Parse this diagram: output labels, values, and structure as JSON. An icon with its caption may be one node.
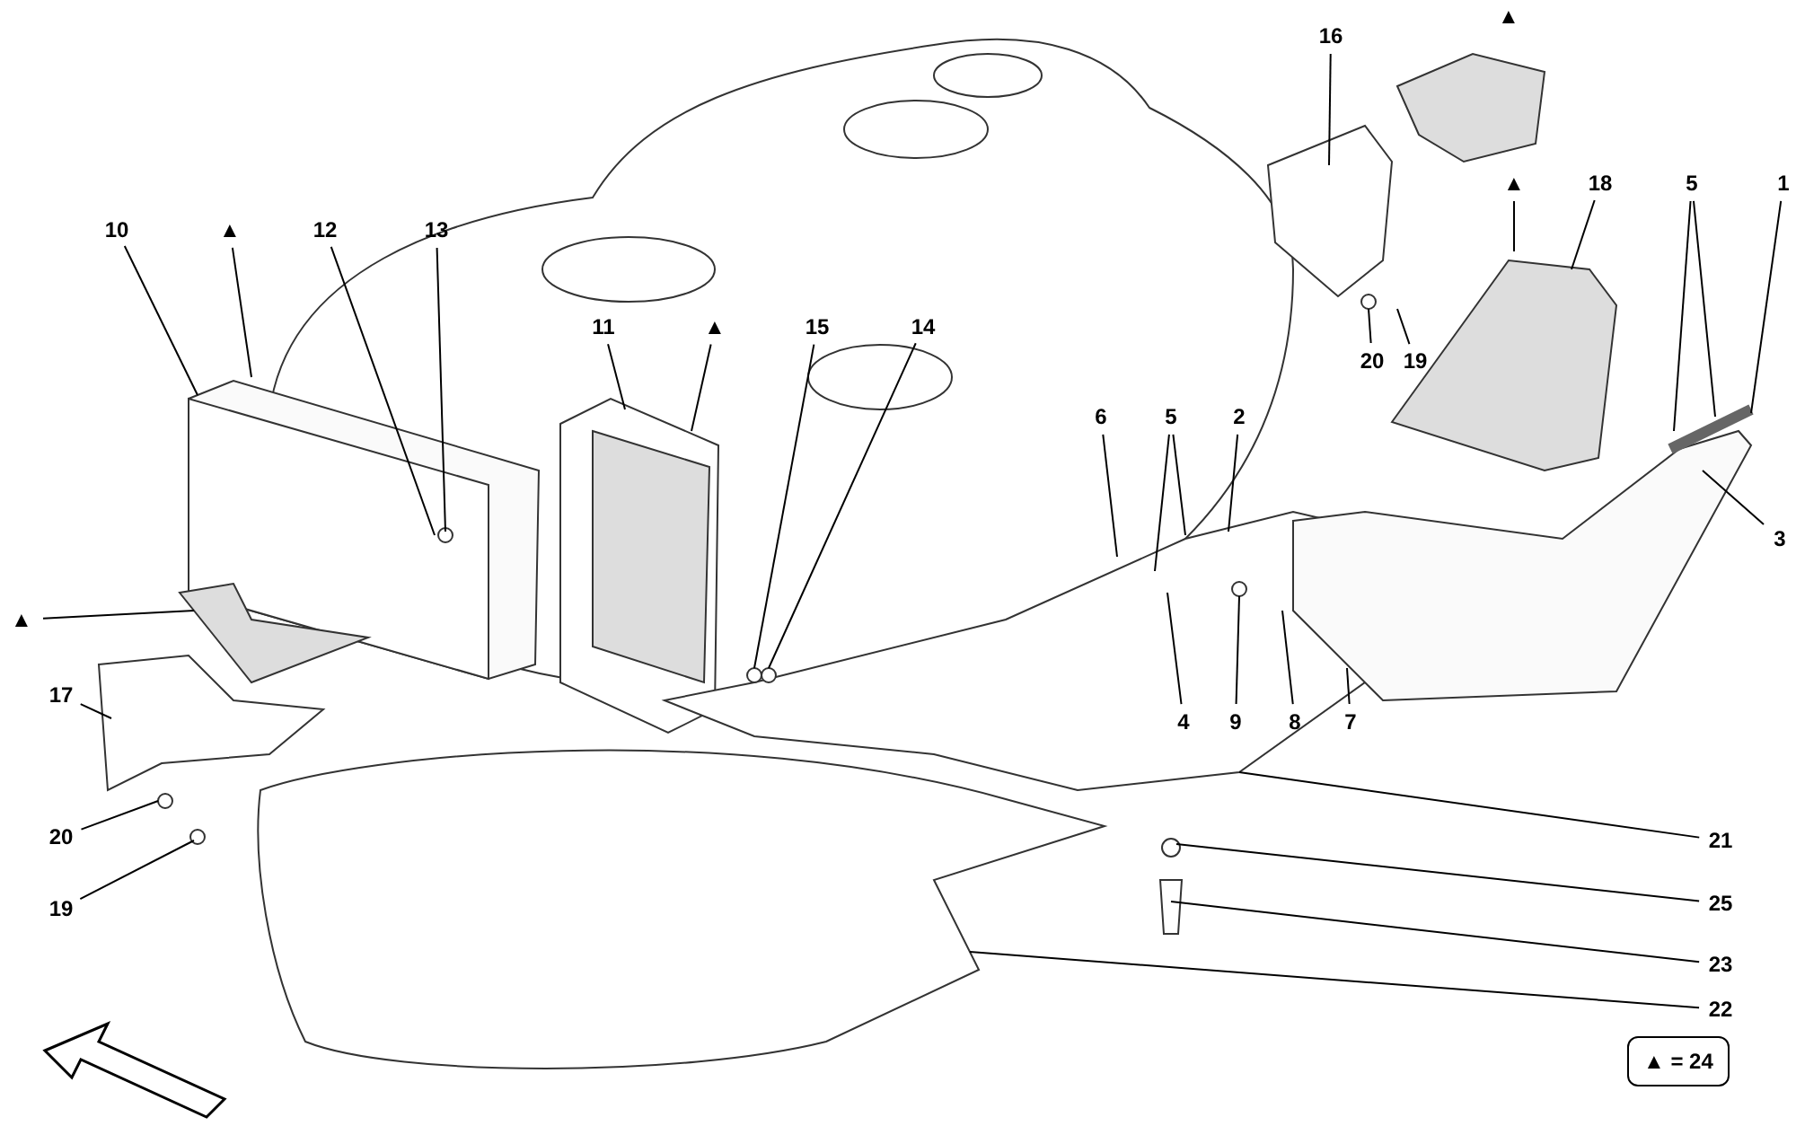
{
  "diagram": {
    "nodes": [
      {
        "text": [
          "10"
        ]
      },
      {
        "text": [
          "▲"
        ]
      },
      {
        "text": [
          "12"
        ]
      },
      {
        "text": [
          "13"
        ]
      },
      {
        "text": [
          "16"
        ]
      },
      {
        "text": [
          "▲"
        ]
      },
      {
        "text": [
          "18"
        ]
      },
      {
        "text": [
          "5"
        ]
      },
      {
        "text": [
          "1"
        ]
      },
      {
        "text": [
          "11"
        ]
      },
      {
        "text": [
          "▲"
        ]
      },
      {
        "text": [
          "15"
        ]
      },
      {
        "text": [
          "14"
        ]
      },
      {
        "text": [
          "20"
        ]
      },
      {
        "text": [
          "19"
        ]
      },
      {
        "text": [
          "6"
        ]
      },
      {
        "text": [
          "5"
        ]
      },
      {
        "text": [
          "2"
        ]
      },
      {
        "text": [
          "3"
        ]
      },
      {
        "text": [
          "▲"
        ]
      },
      {
        "text": [
          "17"
        ]
      },
      {
        "text": [
          "4"
        ]
      },
      {
        "text": [
          "9"
        ]
      },
      {
        "text": [
          "8"
        ]
      },
      {
        "text": [
          "7"
        ]
      },
      {
        "text": [
          "20"
        ]
      },
      {
        "text": [
          "21"
        ]
      },
      {
        "text": [
          "19"
        ]
      },
      {
        "text": [
          "25"
        ]
      },
      {
        "text": [
          "23"
        ]
      },
      {
        "text": [
          "22"
        ]
      },
      {
        "text": [
          "▲ = 24"
        ]
      }
    ],
    "edges": [
      {
        "from": 0,
        "to": null,
        "arrow": "none"
      },
      {
        "from": 1,
        "to": null,
        "arrow": "none"
      },
      {
        "from": 2,
        "to": null,
        "arrow": "none"
      },
      {
        "from": 3,
        "to": null,
        "arrow": "none"
      },
      {
        "from": 4,
        "to": null,
        "arrow": "none"
      },
      {
        "from": 5,
        "to": null,
        "arrow": "none"
      },
      {
        "from": 6,
        "to": null,
        "arrow": "none"
      },
      {
        "from": 7,
        "to": null,
        "arrow": "none"
      },
      {
        "from": 7,
        "to": null,
        "arrow": "none"
      },
      {
        "from": 8,
        "to": null,
        "arrow": "none"
      },
      {
        "from": 9,
        "to": null,
        "arrow": "none"
      },
      {
        "from": 10,
        "to": null,
        "arrow": "none"
      },
      {
        "from": 11,
        "to": null,
        "arrow": "none"
      },
      {
        "from": 12,
        "to": null,
        "arrow": "none"
      },
      {
        "from": 13,
        "to": null,
        "arrow": "none"
      },
      {
        "from": 14,
        "to": null,
        "arrow": "none"
      },
      {
        "from": 15,
        "to": null,
        "arrow": "none"
      },
      {
        "from": 16,
        "to": null,
        "arrow": "none"
      },
      {
        "from": 16,
        "to": null,
        "arrow": "none"
      },
      {
        "from": 17,
        "to": null,
        "arrow": "none"
      },
      {
        "from": 18,
        "to": null,
        "arrow": "none"
      },
      {
        "from": 19,
        "to": null,
        "arrow": "none"
      },
      {
        "from": 20,
        "to": null,
        "arrow": "none"
      },
      {
        "from": 21,
        "to": null,
        "arrow": "none"
      },
      {
        "from": 22,
        "to": null,
        "arrow": "none"
      },
      {
        "from": 23,
        "to": null,
        "arrow": "none"
      },
      {
        "from": 24,
        "to": null,
        "arrow": "none"
      },
      {
        "from": 25,
        "to": null,
        "arrow": "none"
      },
      {
        "from": 26,
        "to": null,
        "arrow": "none"
      },
      {
        "from": 27,
        "to": null,
        "arrow": "none"
      },
      {
        "from": 28,
        "to": null,
        "arrow": "none"
      },
      {
        "from": 29,
        "to": null,
        "arrow": "none"
      },
      {
        "from": 30,
        "to": null,
        "arrow": "none"
      }
    ],
    "labels": [
      "▲"
    ]
  }
}
